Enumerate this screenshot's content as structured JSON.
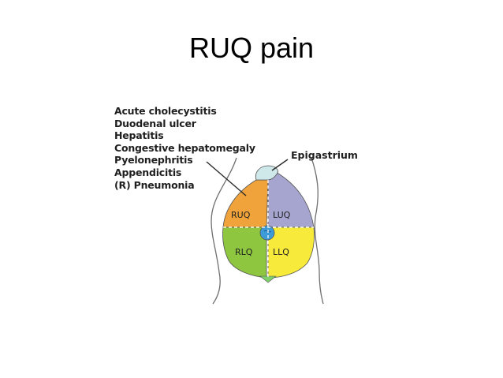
{
  "slide": {
    "title": "RUQ pain"
  },
  "causes": [
    "Acute cholecystitis",
    "Duodenal ulcer",
    "Hepatitis",
    "Congestive hepatomegaly",
    "Pyelonephritis",
    "Appendicitis",
    "(R) Pneumonia"
  ],
  "regions": {
    "epigastrium": "Epigastrium",
    "ruq": "RUQ",
    "luq": "LUQ",
    "rlq": "RLQ",
    "llq": "LLQ"
  },
  "colors": {
    "ruq": "#f0a33a",
    "luq": "#a5a5cf",
    "rlq": "#8ec63f",
    "llq": "#f7ea3a",
    "umbilicus": "#3d9bd8",
    "epigastrium": "#cfe8ea",
    "suprapubic": "#7fcf6a"
  }
}
